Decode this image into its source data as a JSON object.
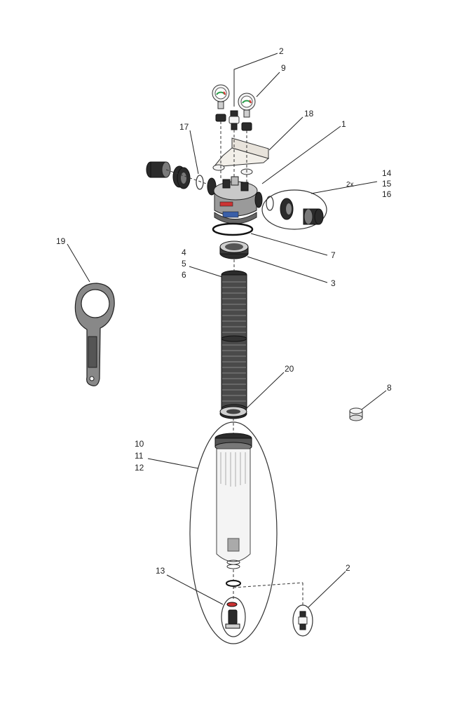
{
  "diagram": {
    "labels": {
      "l1": "1",
      "l2a": "2",
      "l2b": "2",
      "l3": "3",
      "l4": "4",
      "l5": "5",
      "l6": "6",
      "l7": "7",
      "l8": "8",
      "l9": "9",
      "l10": "10",
      "l11": "11",
      "l12": "12",
      "l13": "13",
      "l14": "14",
      "l15": "15",
      "l16": "16",
      "l17": "17",
      "l18": "18",
      "l19": "19",
      "l20": "20",
      "qty": "2x"
    }
  }
}
